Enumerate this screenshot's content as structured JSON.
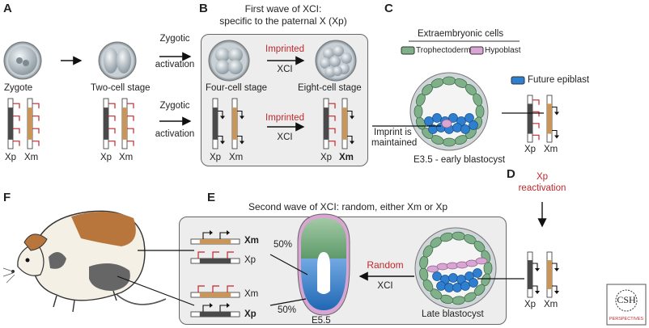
{
  "panels": {
    "a": "A",
    "b": "B",
    "c": "C",
    "d": "D",
    "e": "E",
    "f": "F"
  },
  "panel_a": {
    "zygote": "Zygote",
    "two_cell": "Two-cell stage",
    "zygotic_activation_1": "Zygotic",
    "zygotic_activation_1b": "activation",
    "zygotic_activation_2": "Zygotic",
    "zygotic_activation_2b": "activation",
    "xp_1": "Xp",
    "xm_1": "Xm",
    "xp_2": "Xp",
    "xm_2": "Xm"
  },
  "panel_b": {
    "title_line1": "First wave of XCI:",
    "title_line2": "specific to the paternal X (Xp)",
    "four_cell": "Four-cell stage",
    "eight_cell": "Eight-cell stage",
    "imprinted_1": "Imprinted",
    "xci_1": "XCI",
    "imprinted_2": "Imprinted",
    "xci_2": "XCI",
    "xp_1": "Xp",
    "xm_1": "Xm",
    "xp_2": "Xp",
    "xm_2": "Xm"
  },
  "panel_c": {
    "extraembryonic": "Extraembryonic cells",
    "trophectoderm": "Trophectoderm",
    "hypoblast": "Hypoblast",
    "future_epiblast": "Future epiblast",
    "imprint_line1": "Imprint is",
    "imprint_line2": "maintained",
    "stage": "E3.5 - early blastocyst",
    "xp": "Xp",
    "xm": "Xm"
  },
  "panel_d": {
    "line1": "Xp",
    "line2": "reactivation",
    "xp": "Xp",
    "xm": "Xm"
  },
  "panel_e": {
    "title": "Second wave of XCI: random, either Xm or Xp",
    "xm_active": "Xm",
    "xp_inactive": "Xp",
    "xm_inactive": "Xm",
    "xp_active": "Xp",
    "pct_top": "50%",
    "pct_bottom": "50%",
    "e55": "E5.5",
    "random": "Random",
    "xci": "XCI",
    "late_blastocyst": "Late blastocyst",
    "xp": "Xp",
    "xm": "Xm"
  },
  "logo": {
    "text": "CSH",
    "sub": "PERSPECTIVES"
  },
  "colors": {
    "trophectoderm": "#7fb08a",
    "hypoblast": "#d9a6d4",
    "epiblast": "#2e7fd0",
    "xp_chrom": "#4a4a4a",
    "xm_chrom": "#c8955a",
    "inactive_mark": "#c0282d",
    "mouse_brown": "#b8763c"
  }
}
